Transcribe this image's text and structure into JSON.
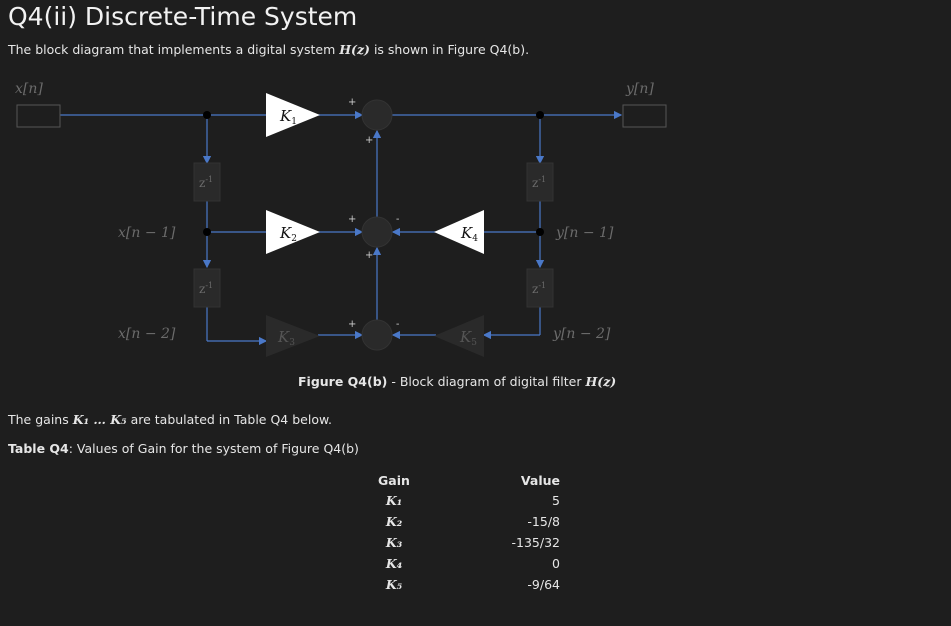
{
  "title": "Q4(ii) Discrete-Time System",
  "intro": {
    "before": "The block diagram that implements a digital system ",
    "math": "H(z)",
    "after": " is shown in Figure Q4(b)."
  },
  "diagram": {
    "input_label": "x[n]",
    "output_label": "y[n]",
    "delay_label": "z",
    "delay_exp": "-1",
    "x1_label": "x[n − 1]",
    "x2_label": "x[n − 2]",
    "y1_label": "y[n − 1]",
    "y2_label": "y[n − 2]",
    "gain_k": "K",
    "gain_subs": [
      "1",
      "2",
      "3",
      "4",
      "5"
    ],
    "plus": "+",
    "minus": "-"
  },
  "caption": {
    "bold": "Figure Q4(b)",
    "text": " - Block diagram of digital filter ",
    "math": "H(z)"
  },
  "gains_note": {
    "before": "The gains ",
    "math": "K₁ … K₅",
    "after": " are tabulated in Table Q4 below."
  },
  "table_title": {
    "bold": "Table Q4",
    "text": ": Values of Gain for the system of Figure Q4(b)"
  },
  "table": {
    "headers": [
      "Gain",
      "Value"
    ],
    "rows": [
      {
        "gain": "K₁",
        "value": "5"
      },
      {
        "gain": "K₂",
        "value": "-15/8"
      },
      {
        "gain": "K₃",
        "value": "-135/32"
      },
      {
        "gain": "K₄",
        "value": "0"
      },
      {
        "gain": "K₅",
        "value": "-9/64"
      }
    ]
  },
  "colors": {
    "background": "#1e1e1e",
    "line": "#4a78c8",
    "block_fill": "#2a2a2a",
    "dim_text": "#6b6b6b"
  }
}
